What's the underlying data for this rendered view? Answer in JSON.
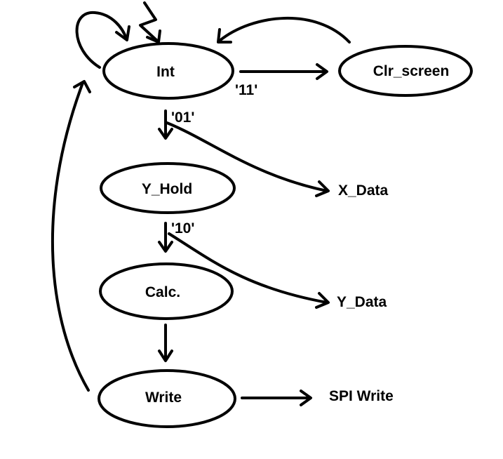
{
  "diagram": {
    "states": {
      "int": "Int",
      "clr_screen": "Clr_screen",
      "y_hold": "Y_Hold",
      "calc": "Calc.",
      "write": "Write"
    },
    "outputs": {
      "x_data": "X_Data",
      "y_data": "Y_Data",
      "spi_write": "SPI Write"
    },
    "transition_labels": {
      "int_to_clr": "'11'",
      "int_to_yhold": "'01'",
      "yhold_to_calc": "'10'"
    },
    "colors": {
      "stroke": "#000000",
      "background": "#ffffff"
    }
  }
}
